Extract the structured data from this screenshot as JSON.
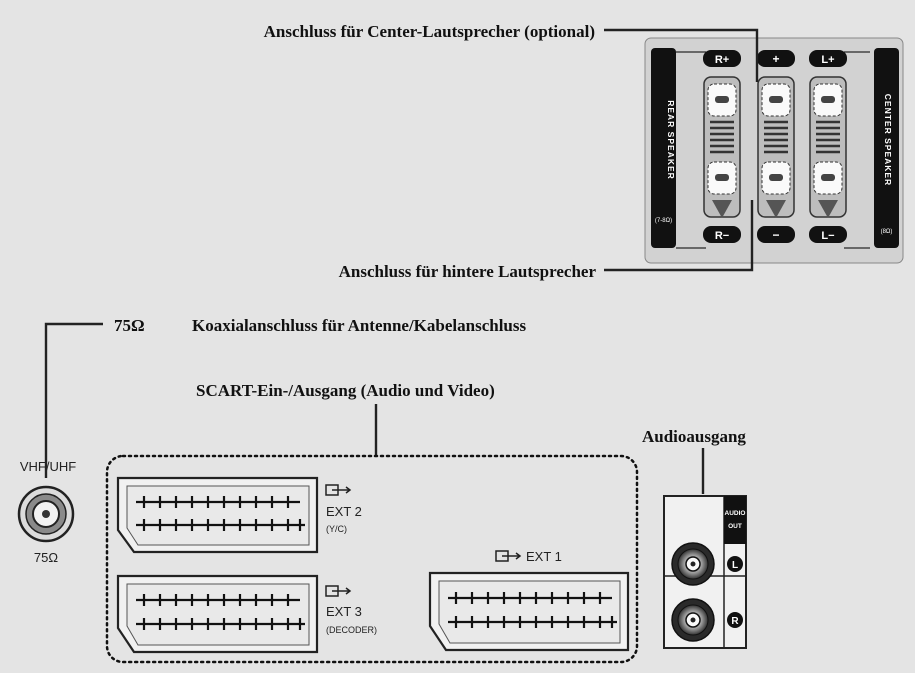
{
  "callouts": {
    "center_speaker": "Anschluss für Center-Lautsprecher (optional)",
    "rear_speaker": "Anschluss für hintere Lautsprecher",
    "antenna_ohm": "75Ω",
    "antenna": "Koaxialanschluss für Antenne/Kabelanschluss",
    "scart": "SCART-Ein-/Ausgang (Audio und Video)",
    "audio_out": "Audioausgang"
  },
  "speaker_panel": {
    "rear_label": "REAR SPEAKER",
    "rear_ohm": "(7-8Ω)",
    "center_label": "CENTER SPEAKER",
    "center_ohm": "(8Ω)",
    "terminals": [
      {
        "top": "R+",
        "bottom": "R−"
      },
      {
        "top": "+",
        "bottom": "−"
      },
      {
        "top": "L+",
        "bottom": "L−"
      }
    ]
  },
  "antenna_port": {
    "label_top": "VHF/UHF",
    "label_bottom": "75Ω"
  },
  "scart_ports": {
    "ext2_line1": "EXT 2",
    "ext2_line2": "(Y/C)",
    "ext3_line1": "EXT 3",
    "ext3_line2": "(DECODER)",
    "ext1": "EXT 1"
  },
  "audio_panel": {
    "label_line1": "AUDIO",
    "label_line2": "OUT",
    "left": "L",
    "right": "R"
  }
}
